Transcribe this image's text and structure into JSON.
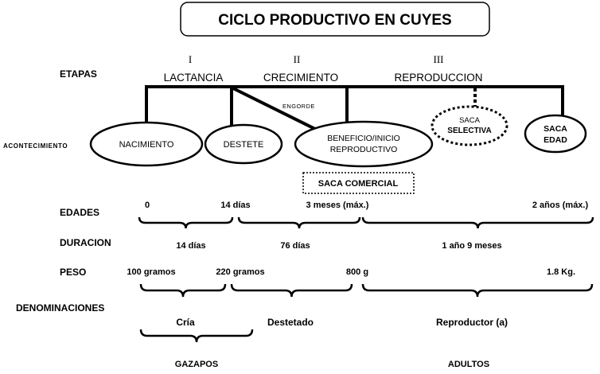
{
  "title": "CICLO PRODUCTIVO EN CUYES",
  "row_labels": {
    "etapas": "ETAPAS",
    "acontecimiento": "ACONTECIMIENTO",
    "edades": "EDADES",
    "duracion": "DURACION",
    "peso": "PESO",
    "denominaciones": "DENOMINACIONES"
  },
  "stages": [
    {
      "numeral": "I",
      "name": "LACTANCIA"
    },
    {
      "numeral": "II",
      "name": "CRECIMIENTO"
    },
    {
      "numeral": "III",
      "name": "REPRODUCCION"
    }
  ],
  "engorde_label": "ENGORDE",
  "events": {
    "nacimiento": "NACIMIENTO",
    "destete": "DESTETE",
    "beneficio_line1": "BENEFICIO/INICIO",
    "beneficio_line2": "REPRODUCTIVO",
    "saca_selectiva_line1": "SACA",
    "saca_selectiva_line2": "SELECTIVA",
    "saca_edad_line1": "SACA",
    "saca_edad_line2": "EDAD",
    "saca_comercial": "SACA COMERCIAL"
  },
  "edades": [
    "0",
    "14 días",
    "3 meses (máx.)",
    "2 años (máx.)"
  ],
  "duraciones": [
    "14 días",
    "76 días",
    "1 año 9 meses"
  ],
  "pesos": [
    "100 gramos",
    "220 gramos",
    "800 g",
    "1.8 Kg."
  ],
  "denominaciones": [
    "Cría",
    "Destetado",
    "Reproductor (a)"
  ],
  "grupos": [
    "GAZAPOS",
    "ADULTOS"
  ]
}
